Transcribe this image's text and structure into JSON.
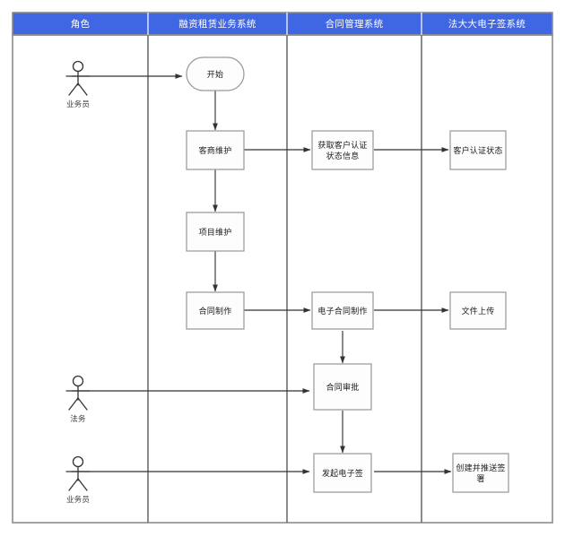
{
  "diagram": {
    "type": "swimlane-flowchart",
    "background_color": "#ffffff",
    "header_color": "#3f66e3",
    "header_text_color": "#ffffff",
    "lane_border_color": "#8c8c8c",
    "node_border_color": "#9a9a9a",
    "node_fill_color": "#fdfdfd",
    "connector_color": "#444444",
    "lanes": [
      {
        "id": "role",
        "title": "角色"
      },
      {
        "id": "leasing",
        "title": "融资租赁业务系统"
      },
      {
        "id": "contract",
        "title": "合同管理系统"
      },
      {
        "id": "fadada",
        "title": "法大大电子签系统"
      }
    ],
    "actors": [
      {
        "id": "actor-salesperson-top",
        "label": "业务员",
        "icon": "stick-figure-icon"
      },
      {
        "id": "actor-legal",
        "label": "法务",
        "icon": "stick-figure-icon"
      },
      {
        "id": "actor-salesperson-bottom",
        "label": "业务员",
        "icon": "stick-figure-icon"
      }
    ],
    "nodes": [
      {
        "id": "start",
        "label": "开始",
        "shape": "stadium",
        "lane": "leasing"
      },
      {
        "id": "customer-maintenance",
        "label": "客商维护",
        "shape": "rect",
        "lane": "leasing"
      },
      {
        "id": "get-cert-status",
        "label": "获取客户认证状态信息",
        "shape": "rect",
        "lane": "contract"
      },
      {
        "id": "cert-status",
        "label": "客户认证状态",
        "shape": "rect",
        "lane": "fadada"
      },
      {
        "id": "project-maintenance",
        "label": "项目维护",
        "shape": "rect",
        "lane": "leasing"
      },
      {
        "id": "contract-production",
        "label": "合同制作",
        "shape": "rect",
        "lane": "leasing"
      },
      {
        "id": "e-contract-production",
        "label": "电子合同制作",
        "shape": "rect",
        "lane": "contract"
      },
      {
        "id": "file-upload",
        "label": "文件上传",
        "shape": "rect",
        "lane": "fadada"
      },
      {
        "id": "contract-approval",
        "label": "合同审批",
        "shape": "rect",
        "lane": "contract"
      },
      {
        "id": "initiate-esign",
        "label": "发起电子签",
        "shape": "rect",
        "lane": "contract"
      },
      {
        "id": "create-push-sign",
        "label": "创建并推送签署",
        "shape": "rect",
        "lane": "fadada"
      }
    ],
    "connectors": [
      {
        "from": "actor-salesperson-top",
        "to": "start",
        "direction": "right"
      },
      {
        "from": "start",
        "to": "customer-maintenance",
        "direction": "down"
      },
      {
        "from": "customer-maintenance",
        "to": "get-cert-status",
        "direction": "right"
      },
      {
        "from": "get-cert-status",
        "to": "cert-status",
        "direction": "right"
      },
      {
        "from": "customer-maintenance",
        "to": "project-maintenance",
        "direction": "down"
      },
      {
        "from": "project-maintenance",
        "to": "contract-production",
        "direction": "down"
      },
      {
        "from": "contract-production",
        "to": "e-contract-production",
        "direction": "right"
      },
      {
        "from": "e-contract-production",
        "to": "file-upload",
        "direction": "right"
      },
      {
        "from": "e-contract-production",
        "to": "contract-approval",
        "direction": "down"
      },
      {
        "from": "actor-legal",
        "to": "contract-approval",
        "direction": "right"
      },
      {
        "from": "contract-approval",
        "to": "initiate-esign",
        "direction": "down"
      },
      {
        "from": "actor-salesperson-bottom",
        "to": "initiate-esign",
        "direction": "right"
      },
      {
        "from": "initiate-esign",
        "to": "create-push-sign",
        "direction": "right"
      }
    ]
  }
}
